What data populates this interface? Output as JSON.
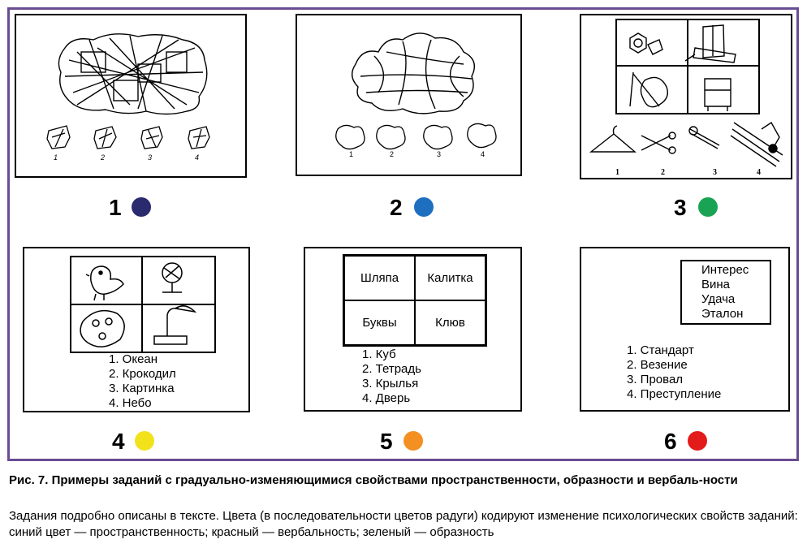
{
  "panels": [
    {
      "number": "1",
      "color": "#2a2a6e",
      "piece_labels": [
        "1",
        "2",
        "3",
        "4"
      ]
    },
    {
      "number": "2",
      "color": "#1e6fbf",
      "piece_labels": [
        "1",
        "2",
        "3",
        "4"
      ]
    },
    {
      "number": "3",
      "color": "#1aa354",
      "option_labels": [
        "1",
        "2",
        "3",
        "4"
      ]
    },
    {
      "number": "4",
      "color": "#f2e21c",
      "options": [
        "1. Океан",
        "2. Крокодил",
        "3. Картинка",
        "4. Небо"
      ]
    },
    {
      "number": "5",
      "color": "#f39021",
      "grid": [
        "Шляпа",
        "Калитка",
        "Буквы",
        "Клюв"
      ],
      "options": [
        "1. Куб",
        "2. Тетрадь",
        "3. Крылья",
        "4. Дверь"
      ]
    },
    {
      "number": "6",
      "color": "#e41b1b",
      "box_words": [
        "Интерес",
        "Вина",
        "Удача",
        "Эталон"
      ],
      "options": [
        "1. Стандарт",
        "2. Везение",
        "3. Провал",
        "4. Преступление"
      ]
    }
  ],
  "caption": {
    "title": "Рис. 7. Примеры заданий с градуально-изменяющимися свойствами пространственности, образности и вербаль-ности",
    "text": "Задания подробно описаны в тексте. Цвета (в последовательности цветов радуги) кодируют изменение психологических свойств заданий: синий цвет — пространственность; красный — вербальность; зеленый — образность"
  }
}
